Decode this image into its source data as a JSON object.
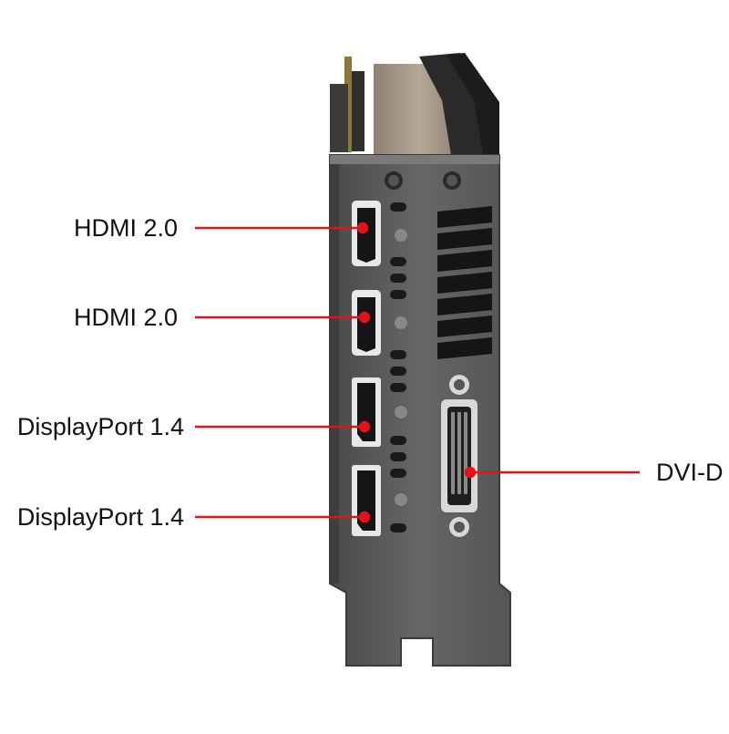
{
  "callouts": [
    {
      "label": "HDMI 2.0"
    },
    {
      "label": "HDMI 2.0"
    },
    {
      "label": "DisplayPort 1.4"
    },
    {
      "label": "DisplayPort 1.4"
    },
    {
      "label": "DVI-D"
    }
  ],
  "colors": {
    "leader_line": "#e3131b",
    "bracket": "#5b5b5b",
    "bracket_dark": "#3a3a3a",
    "port_frame": "#e8e8e8",
    "port_void": "#151515",
    "background": "#ffffff"
  }
}
